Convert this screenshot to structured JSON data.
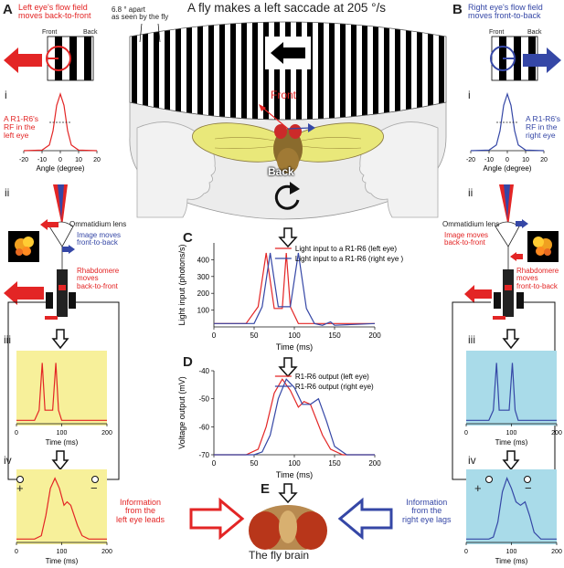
{
  "title": "A fly makes a left saccade at 205 °/s",
  "stripe_note": "6.8 ° apart\nas seen by the fly",
  "labels": {
    "A": "A",
    "B": "B",
    "C": "C",
    "D": "D",
    "E": "E",
    "i": "i",
    "ii": "ii",
    "iii": "iii",
    "iv": "iv",
    "front_center": "Front",
    "back_center": "Back",
    "front": "Front",
    "back": "Back",
    "plus": "+",
    "minus": "−"
  },
  "left": {
    "flow_title": "Left eye's flow field\nmoves back-to-front",
    "rf_text": "A R1-R6's\nRF in the\nleft eye",
    "lens": "Ommatidium lens",
    "image_moves": "Image moves\nfront-to-back",
    "rhabdomere": "Rhabdomere\nmoves\nback-to-front",
    "info": "Information\nfrom the\nleft eye leads"
  },
  "right": {
    "flow_title": "Right eye's flow field\nmoves front-to-back",
    "rf_text": "A R1-R6's\nRF in the\nright eye",
    "lens": "Ommatidium lens",
    "image_moves": "Image moves\nback-to-front",
    "rhabdomere": "Rhabdomere\nmoves\nfront-to-back",
    "info": "Information\nfrom the\nright eye lags"
  },
  "brain_label": "The fly brain",
  "colors": {
    "red": "#e32525",
    "blue": "#3547a6",
    "yellow": "#f7f09a",
    "cyan": "#a9dbe9"
  },
  "chart_data": [
    {
      "type": "line",
      "id": "rf-left",
      "xlabel": "Angle (degree)",
      "xlim": [
        -20,
        20
      ],
      "xticks": [
        -20,
        -10,
        0,
        10,
        20
      ],
      "series": [
        {
          "x": [
            -20,
            -10,
            -6,
            -4,
            -2,
            0,
            2,
            4,
            6,
            10,
            20
          ],
          "values": [
            0,
            0.01,
            0.1,
            0.35,
            0.8,
            1,
            0.8,
            0.35,
            0.1,
            0.01,
            0
          ]
        }
      ]
    },
    {
      "type": "line",
      "id": "rf-right",
      "xlabel": "Angle (degree)",
      "xlim": [
        -20,
        20
      ],
      "xticks": [
        -20,
        -10,
        0,
        10,
        20
      ],
      "series": [
        {
          "x": [
            -20,
            -10,
            -6,
            -4,
            -2,
            0,
            2,
            4,
            6,
            10,
            20
          ],
          "values": [
            0,
            0.01,
            0.1,
            0.35,
            0.8,
            1,
            0.8,
            0.35,
            0.1,
            0.01,
            0
          ]
        }
      ]
    },
    {
      "type": "line",
      "id": "C",
      "xlabel": "Time (ms)",
      "ylabel": "Light input (photons/s)",
      "xlim": [
        0,
        200
      ],
      "xticks": [
        0,
        50,
        100,
        150,
        200
      ],
      "ylim": [
        0,
        500
      ],
      "yticks": [
        100,
        200,
        300,
        400
      ],
      "series": [
        {
          "name": "Light input to a R1-R6 (left eye)",
          "x": [
            0,
            40,
            55,
            65,
            75,
            85,
            90,
            95,
            105,
            110,
            120,
            200
          ],
          "values": [
            20,
            20,
            120,
            440,
            110,
            110,
            440,
            120,
            20,
            20,
            20,
            20
          ]
        },
        {
          "name": "Light input to a R1-R6 (right eye )",
          "x": [
            0,
            50,
            60,
            70,
            80,
            95,
            105,
            115,
            125,
            135,
            145,
            150,
            200
          ],
          "values": [
            20,
            20,
            120,
            440,
            120,
            120,
            440,
            110,
            20,
            10,
            30,
            10,
            20
          ]
        }
      ]
    },
    {
      "type": "line",
      "id": "D",
      "xlabel": "Time (ms)",
      "ylabel": "Voltage output (mV)",
      "xlim": [
        0,
        200
      ],
      "xticks": [
        0,
        50,
        100,
        150,
        200
      ],
      "ylim": [
        -70,
        -40
      ],
      "yticks": [
        -70,
        -60,
        -50,
        -40
      ],
      "series": [
        {
          "name": "R1-R6 output (left eye)",
          "x": [
            0,
            40,
            55,
            65,
            75,
            85,
            95,
            105,
            112,
            120,
            135,
            145,
            160,
            200
          ],
          "values": [
            -70,
            -70,
            -68,
            -60,
            -48,
            -43,
            -47,
            -53,
            -51,
            -52,
            -63,
            -68,
            -70,
            -70
          ]
        },
        {
          "name": "R1-R6 output (right eye)",
          "x": [
            0,
            50,
            60,
            70,
            80,
            90,
            100,
            110,
            120,
            130,
            140,
            150,
            165,
            200
          ],
          "values": [
            -70,
            -70,
            -69,
            -63,
            -50,
            -43,
            -46,
            -52,
            -52,
            -50,
            -58,
            -67,
            -70,
            -70
          ]
        }
      ]
    },
    {
      "type": "line",
      "id": "iii-left",
      "xlabel": "Time (ms)",
      "xlim": [
        0,
        200
      ],
      "xticks": [
        0,
        100,
        200
      ],
      "series": [
        {
          "x": [
            0,
            40,
            50,
            57,
            63,
            70,
            80,
            87,
            93,
            100,
            110,
            200
          ],
          "values": [
            0.05,
            0.05,
            0.2,
            0.9,
            0.2,
            0.2,
            0.2,
            0.9,
            0.2,
            0.05,
            0.05,
            0.05
          ]
        }
      ]
    },
    {
      "type": "line",
      "id": "iii-right",
      "xlabel": "Time (ms)",
      "xlim": [
        0,
        200
      ],
      "xticks": [
        0,
        100,
        200
      ],
      "series": [
        {
          "x": [
            0,
            50,
            60,
            67,
            73,
            80,
            95,
            102,
            108,
            115,
            125,
            200
          ],
          "values": [
            0.05,
            0.05,
            0.2,
            0.9,
            0.2,
            0.2,
            0.2,
            0.9,
            0.2,
            0.05,
            0.05,
            0.05
          ]
        }
      ]
    },
    {
      "type": "line",
      "id": "iv-left",
      "xlabel": "Time (ms)",
      "xlim": [
        0,
        200
      ],
      "xticks": [
        0,
        100,
        200
      ],
      "series": [
        {
          "x": [
            0,
            40,
            55,
            65,
            75,
            85,
            95,
            105,
            112,
            120,
            135,
            145,
            160,
            200
          ],
          "values": [
            0.05,
            0.05,
            0.1,
            0.4,
            0.8,
            0.95,
            0.8,
            0.55,
            0.6,
            0.55,
            0.25,
            0.1,
            0.05,
            0.05
          ]
        }
      ]
    },
    {
      "type": "line",
      "id": "iv-right",
      "xlabel": "Time (ms)",
      "xlim": [
        0,
        200
      ],
      "xticks": [
        0,
        100,
        200
      ],
      "series": [
        {
          "x": [
            0,
            50,
            60,
            70,
            80,
            90,
            100,
            110,
            120,
            130,
            140,
            150,
            165,
            200
          ],
          "values": [
            0.05,
            0.05,
            0.08,
            0.3,
            0.75,
            0.95,
            0.8,
            0.6,
            0.55,
            0.6,
            0.4,
            0.15,
            0.05,
            0.05
          ]
        }
      ]
    }
  ]
}
